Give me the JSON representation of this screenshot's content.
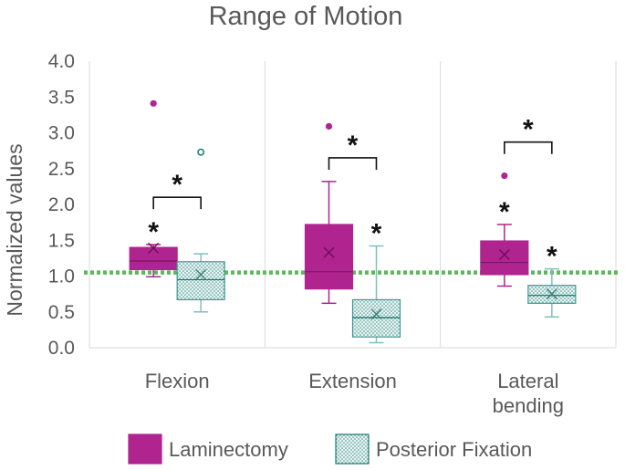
{
  "chart_data": {
    "type": "box",
    "title": "Range of Motion",
    "ylabel": "Normalized values",
    "xlabel": "",
    "ylim": [
      0,
      4
    ],
    "yticks": [
      "0.0",
      "0.5",
      "1.0",
      "1.5",
      "2.0",
      "2.5",
      "3.0",
      "3.5",
      "4.0"
    ],
    "grid": "vertical",
    "legend_position": "bottom",
    "categories": [
      {
        "label": [
          "Flexion"
        ]
      },
      {
        "label": [
          "Extension"
        ]
      },
      {
        "label": [
          "Lateral",
          "bending"
        ]
      }
    ],
    "reference_line": {
      "value": 1.05,
      "color": "#5cb85c",
      "style": "dotted"
    },
    "significance_marker": "*",
    "series": [
      {
        "name": "Laminectomy",
        "color": "#b0248f",
        "pattern": "solid",
        "boxes": [
          {
            "min": 0.99,
            "q1": 1.09,
            "median": 1.21,
            "q3": 1.4,
            "max": 1.44,
            "mean": 1.39,
            "outliers": [
              3.41
            ],
            "significant": true
          },
          {
            "min": 0.62,
            "q1": 0.82,
            "median": 1.06,
            "q3": 1.72,
            "max": 2.32,
            "mean": 1.33,
            "outliers": [
              3.09
            ],
            "significant": false
          },
          {
            "min": 0.86,
            "q1": 1.02,
            "median": 1.19,
            "q3": 1.49,
            "max": 1.72,
            "mean": 1.3,
            "outliers": [
              2.4
            ],
            "significant": true
          }
        ]
      },
      {
        "name": "Posterior Fixation",
        "color": "#1e7b73",
        "pattern": "dotted",
        "boxes": [
          {
            "min": 0.5,
            "q1": 0.67,
            "median": 0.95,
            "q3": 1.2,
            "max": 1.31,
            "mean": 1.02,
            "outliers": [
              2.73
            ],
            "significant": false
          },
          {
            "min": 0.07,
            "q1": 0.15,
            "median": 0.42,
            "q3": 0.67,
            "max": 1.42,
            "mean": 0.47,
            "outliers": [],
            "significant": true
          },
          {
            "min": 0.43,
            "q1": 0.62,
            "median": 0.73,
            "q3": 0.87,
            "max": 1.1,
            "mean": 0.75,
            "outliers": [],
            "significant": true
          }
        ]
      }
    ],
    "comparisons": [
      {
        "category": 0,
        "y": 2.1
      },
      {
        "category": 1,
        "y": 2.65
      },
      {
        "category": 2,
        "y": 2.87
      }
    ]
  }
}
